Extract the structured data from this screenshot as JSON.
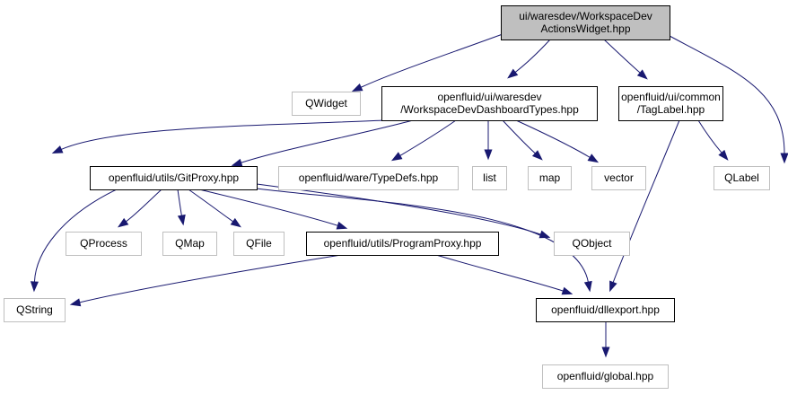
{
  "nodes": [
    {
      "id": "root",
      "lines": [
        "ui/waresdev/WorkspaceDev",
        "ActionsWidget.hpp"
      ],
      "style": "root"
    },
    {
      "id": "qwidget",
      "lines": [
        "QWidget"
      ],
      "style": "external"
    },
    {
      "id": "dashtypes",
      "lines": [
        "openfluid/ui/waresdev",
        "/WorkspaceDevDashboardTypes.hpp"
      ],
      "style": "documented"
    },
    {
      "id": "taglabel",
      "lines": [
        "openfluid/ui/common",
        "/TagLabel.hpp"
      ],
      "style": "documented"
    },
    {
      "id": "gitproxy",
      "lines": [
        "openfluid/utils/GitProxy.hpp"
      ],
      "style": "documented"
    },
    {
      "id": "typedefs",
      "lines": [
        "openfluid/ware/TypeDefs.hpp"
      ],
      "style": "external"
    },
    {
      "id": "list",
      "lines": [
        "list"
      ],
      "style": "external"
    },
    {
      "id": "map",
      "lines": [
        "map"
      ],
      "style": "external"
    },
    {
      "id": "vector",
      "lines": [
        "vector"
      ],
      "style": "external"
    },
    {
      "id": "qlabel",
      "lines": [
        "QLabel"
      ],
      "style": "external"
    },
    {
      "id": "qprocess",
      "lines": [
        "QProcess"
      ],
      "style": "external"
    },
    {
      "id": "qmap",
      "lines": [
        "QMap"
      ],
      "style": "external"
    },
    {
      "id": "qfile",
      "lines": [
        "QFile"
      ],
      "style": "external"
    },
    {
      "id": "programproxy",
      "lines": [
        "openfluid/utils/ProgramProxy.hpp"
      ],
      "style": "documented"
    },
    {
      "id": "qobject",
      "lines": [
        "QObject"
      ],
      "style": "external"
    },
    {
      "id": "qstring",
      "lines": [
        "QString"
      ],
      "style": "external"
    },
    {
      "id": "dllexport",
      "lines": [
        "openfluid/dllexport.hpp"
      ],
      "style": "documented"
    },
    {
      "id": "global",
      "lines": [
        "openfluid/global.hpp"
      ],
      "style": "external"
    }
  ],
  "edges": [
    [
      "root",
      "qwidget"
    ],
    [
      "root",
      "dashtypes"
    ],
    [
      "root",
      "taglabel"
    ],
    [
      "root",
      "dllexport"
    ],
    [
      "dashtypes",
      "qstring"
    ],
    [
      "dashtypes",
      "gitproxy"
    ],
    [
      "dashtypes",
      "typedefs"
    ],
    [
      "dashtypes",
      "list"
    ],
    [
      "dashtypes",
      "map"
    ],
    [
      "dashtypes",
      "vector"
    ],
    [
      "taglabel",
      "qlabel"
    ],
    [
      "taglabel",
      "dllexport"
    ],
    [
      "gitproxy",
      "qstring"
    ],
    [
      "gitproxy",
      "qprocess"
    ],
    [
      "gitproxy",
      "qmap"
    ],
    [
      "gitproxy",
      "qfile"
    ],
    [
      "gitproxy",
      "programproxy"
    ],
    [
      "gitproxy",
      "qobject"
    ],
    [
      "gitproxy",
      "dllexport"
    ],
    [
      "programproxy",
      "qstring"
    ],
    [
      "programproxy",
      "dllexport"
    ],
    [
      "dllexport",
      "global"
    ]
  ],
  "colors": {
    "edge": "#191970",
    "root_fill": "#bfbfbf",
    "root_border": "#000000",
    "documented_fill": "#ffffff",
    "documented_border": "#000000",
    "external_fill": "#ffffff",
    "external_border": "#bfbfbf"
  }
}
